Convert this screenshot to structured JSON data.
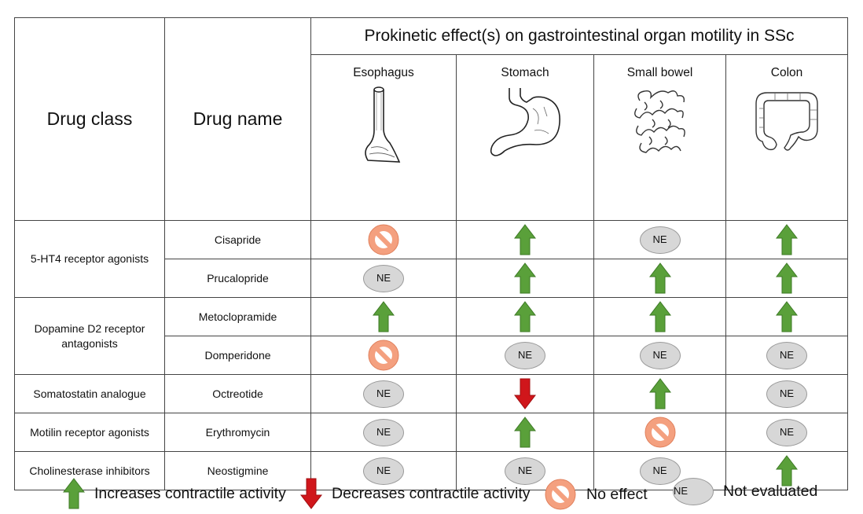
{
  "header": {
    "drug_class": "Drug class",
    "drug_name": "Drug name",
    "span_title": "Prokinetic effect(s) on gastrointestinal organ motility in SSc",
    "organs": [
      "Esophagus",
      "Stomach",
      "Small bowel",
      "Colon"
    ]
  },
  "groups": [
    {
      "class": "5-HT4 receptor agonists",
      "drugs": [
        {
          "name": "Cisapride",
          "effects": [
            "no_effect",
            "increase",
            "ne",
            "increase"
          ]
        },
        {
          "name": "Prucalopride",
          "effects": [
            "ne",
            "increase",
            "increase",
            "increase"
          ]
        }
      ]
    },
    {
      "class": "Dopamine D2 receptor antagonists",
      "drugs": [
        {
          "name": "Metoclopramide",
          "effects": [
            "increase",
            "increase",
            "increase",
            "increase"
          ]
        },
        {
          "name": "Domperidone",
          "effects": [
            "no_effect",
            "ne",
            "ne",
            "ne"
          ]
        }
      ]
    },
    {
      "class": "Somatostatin analogue",
      "drugs": [
        {
          "name": "Octreotide",
          "effects": [
            "ne",
            "decrease",
            "increase",
            "ne"
          ]
        }
      ]
    },
    {
      "class": "Motilin receptor agonists",
      "drugs": [
        {
          "name": "Erythromycin",
          "effects": [
            "ne",
            "increase",
            "no_effect",
            "ne"
          ]
        }
      ]
    },
    {
      "class": "Cholinesterase inhibitors",
      "drugs": [
        {
          "name": "Neostigmine",
          "effects": [
            "ne",
            "ne",
            "ne",
            "increase"
          ]
        }
      ]
    }
  ],
  "symbols": {
    "ne_text": "NE",
    "increase_color": "#5aa03a",
    "decrease_color": "#d0161b",
    "no_effect_color": "#f4a07f"
  },
  "legend": {
    "increase": "Increases contractile activity",
    "decrease": "Decreases contractile activity",
    "no_effect": "No effect",
    "ne_badge": "NE",
    "not_evaluated": "Not evaluated"
  }
}
